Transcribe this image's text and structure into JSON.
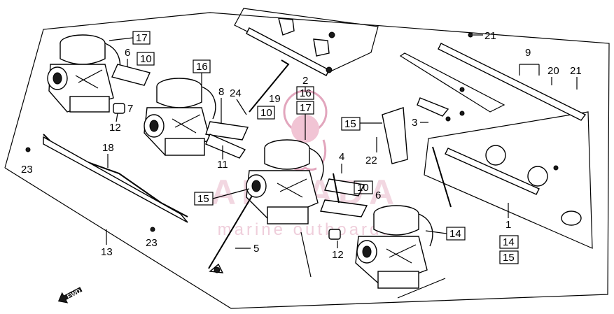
{
  "watermark": {
    "brand": "ARMADA",
    "tagline": "marine outboards",
    "color": "#e2a6bd"
  },
  "fwd_label": "FWD",
  "callouts": [
    {
      "text": "17",
      "boxed": true
    },
    {
      "text": "6",
      "boxed": false
    },
    {
      "text": "10",
      "boxed": true
    },
    {
      "text": "16",
      "boxed": true
    },
    {
      "text": "7",
      "boxed": false
    },
    {
      "text": "12",
      "boxed": false
    },
    {
      "text": "8",
      "boxed": false
    },
    {
      "text": "24",
      "boxed": false
    },
    {
      "text": "19",
      "boxed": false
    },
    {
      "text": "2",
      "boxed": false
    },
    {
      "text": "16",
      "boxed": true
    },
    {
      "text": "17",
      "boxed": true
    },
    {
      "text": "10",
      "boxed": true
    },
    {
      "text": "11",
      "boxed": false
    },
    {
      "text": "18",
      "boxed": false
    },
    {
      "text": "23",
      "boxed": false
    },
    {
      "text": "15",
      "boxed": true
    },
    {
      "text": "3",
      "boxed": false
    },
    {
      "text": "22",
      "boxed": false
    },
    {
      "text": "4",
      "boxed": false
    },
    {
      "text": "1",
      "boxed": false
    },
    {
      "text": "10",
      "boxed": true
    },
    {
      "text": "6",
      "boxed": false
    },
    {
      "text": "15",
      "boxed": true
    },
    {
      "text": "14",
      "boxed": true
    },
    {
      "text": "5",
      "boxed": false
    },
    {
      "text": "12",
      "boxed": false
    },
    {
      "text": "13",
      "boxed": false
    },
    {
      "text": "23",
      "boxed": false
    },
    {
      "text": "9",
      "boxed": false
    },
    {
      "text": "20",
      "boxed": false
    },
    {
      "text": "21",
      "boxed": false
    },
    {
      "text": "21",
      "boxed": false
    },
    {
      "text": "14",
      "boxed": true
    },
    {
      "text": "15",
      "boxed": true
    }
  ]
}
